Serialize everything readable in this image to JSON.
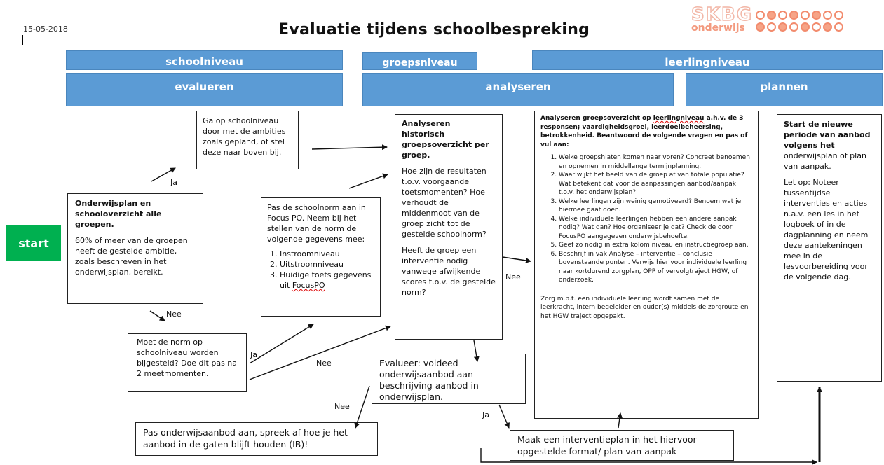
{
  "header": {
    "date": "15-05-2018",
    "title": "Evaluatie tijdens schoolbespreking",
    "logo_top": "SKBG",
    "logo_bottom": "onderwijs"
  },
  "levels": {
    "school": "schoolniveau",
    "group": "groepsniveau",
    "student": "leerlingniveau"
  },
  "phases": {
    "evaluate": "evalueren",
    "analyse": "analyseren",
    "plan": "plannen"
  },
  "start": "start",
  "boxes": {
    "onderwijsplan": {
      "title": "Onderwijsplan en schooloverzicht alle groepen.",
      "body": "60% of meer  van de groepen heeft de gestelde  ambitie, zoals beschreven in het onderwijsplan,  bereikt."
    },
    "ambities": {
      "body": "Ga op schoolniveau door met de ambities zoals gepland, of stel deze naar boven bij."
    },
    "norm_vraag": {
      "body": "Moet de norm op schoolniveau worden bijgesteld? Doe dit pas na 2 meetmomenten."
    },
    "schoolnorm": {
      "intro": "Pas de schoolnorm aan in Focus PO. Neem bij het stellen van de norm de volgende gegevens mee:",
      "items": [
        "Instroomniveau",
        "Uitstroomniveau",
        "Huidige toets gegevens uit "
      ],
      "focus": "FocusPO"
    },
    "historisch": {
      "title": "Analyseren historisch groepsoverzicht per groep.",
      "p1": "Hoe zijn de resultaten t.o.v. voorgaande toetsmomenten? Hoe verhoudt de middenmoot van de groep zicht tot de gestelde schoolnorm?",
      "p2": "Heeft de groep een interventie nodig vanwege afwijkende scores t.o.v. de gestelde norm?"
    },
    "leerlingniveau": {
      "title_a": "Analyseren groepsoverzicht op ",
      "title_b": "leerlingniveau",
      "title_c": " a.h.v. de 3 responsen; vaardigheidsgroei, leerdoelbeheersing, betrokkenheid. Beantwoord de volgende vragen en pas of vul aan:",
      "items": [
        "Welke groepshiaten komen naar voren? Concreet benoemen en opnemen in middellange termijnplanning.",
        "Waar wijkt het beeld van de groep af van totale populatie? Wat betekent dat voor de aanpassingen aanbod/aanpak t.o.v. het onderwijsplan?",
        "Welke leerlingen zijn weinig gemotiveerd? Benoem wat je hiermee gaat doen.",
        "Welke individuele leerlingen hebben een andere aanpak nodig? Wat dan? Hoe organiseer je dat? Check de door FocusPO aangegeven onderwijsbehoefte.",
        "Geef zo nodig in extra kolom niveau en instructiegroep aan.",
        "Beschrijf in vak Analyse – interventie – conclusie bovenstaande punten. Verwijs hier voor individuele leerling naar kortdurend zorgplan, OPP of vervolgtraject HGW, of onderzoek."
      ],
      "footer": "Zorg m.b.t. een individuele leerling wordt samen met de leerkracht, intern begeleider en ouder(s) middels de zorgroute en het HGW traject opgepakt."
    },
    "nieuwe_periode": {
      "title": "Start de nieuwe periode van aanbod volgens het",
      "title_rest": " onderwijsplan of plan van aanpak.",
      "note": "Let op: Noteer tussentijdse interventies en acties n.a.v. een les in het logboek of in de dagplanning en neem deze aantekeningen mee in de lesvoorbereiding voor de volgende dag."
    },
    "evalueer": {
      "body": "Evalueer: voldeed onderwijsaanbod aan beschrijving aanbod in onderwijsplan."
    },
    "aanbod": {
      "body": "Pas onderwijsaanbod aan, spreek af hoe je het aanbod in de gaten blijft houden (IB)!"
    },
    "interventieplan": {
      "body": "Maak een interventieplan in het hiervoor opgestelde format/ plan van aanpak"
    }
  },
  "labels": {
    "ja1": "Ja",
    "nee1": "Nee",
    "ja2": "Ja",
    "nee2": "Nee",
    "nee3": "Nee",
    "nee4": "Nee",
    "ja3": "Ja"
  }
}
